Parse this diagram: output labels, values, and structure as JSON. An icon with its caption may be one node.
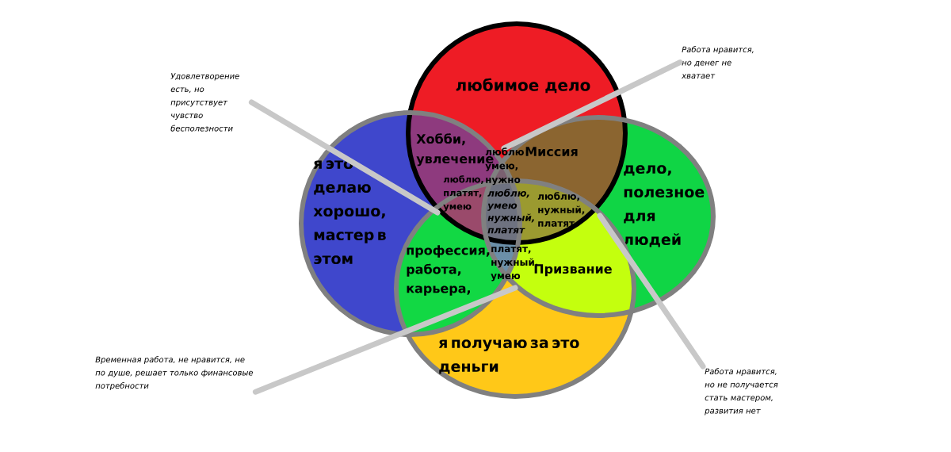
{
  "diagram": {
    "nodes": [
      {
        "text": [
          "любимое дело"
        ]
      },
      {
        "text": [
          "я это делаю хорошо, мастер в этом"
        ]
      },
      {
        "text": [
          "дело, полезное для людей"
        ]
      },
      {
        "text": [
          "я получаю за это деньги"
        ]
      },
      {
        "text": [
          "Удовлетворение есть, но присутствует чувство бесполезности"
        ]
      },
      {
        "text": [
          "Работа нравится, но денег не хватает"
        ]
      },
      {
        "text": [
          "Временная работа, не нравится, не по душе, решает только финансовые потребности"
        ]
      },
      {
        "text": [
          "Работа нравится, но не получается стать мастером, развития нет"
        ]
      }
    ],
    "edges": [
      {
        "from": 4,
        "to": 1,
        "arrow": "none"
      },
      {
        "from": 5,
        "to": 2,
        "arrow": "none"
      },
      {
        "from": 6,
        "to": 3,
        "arrow": "none"
      },
      {
        "from": 7,
        "to": 2,
        "arrow": "none"
      }
    ],
    "labels": [
      "Хобби, увлечение",
      "люблю умею, нужно",
      "Миссия",
      "люблю, платят, умею",
      "люблю, умею нужный, платят",
      "люблю, нужный, платят",
      "платят, нужный, умею",
      "профессия, работа, карьера,",
      "Призвание"
    ]
  }
}
